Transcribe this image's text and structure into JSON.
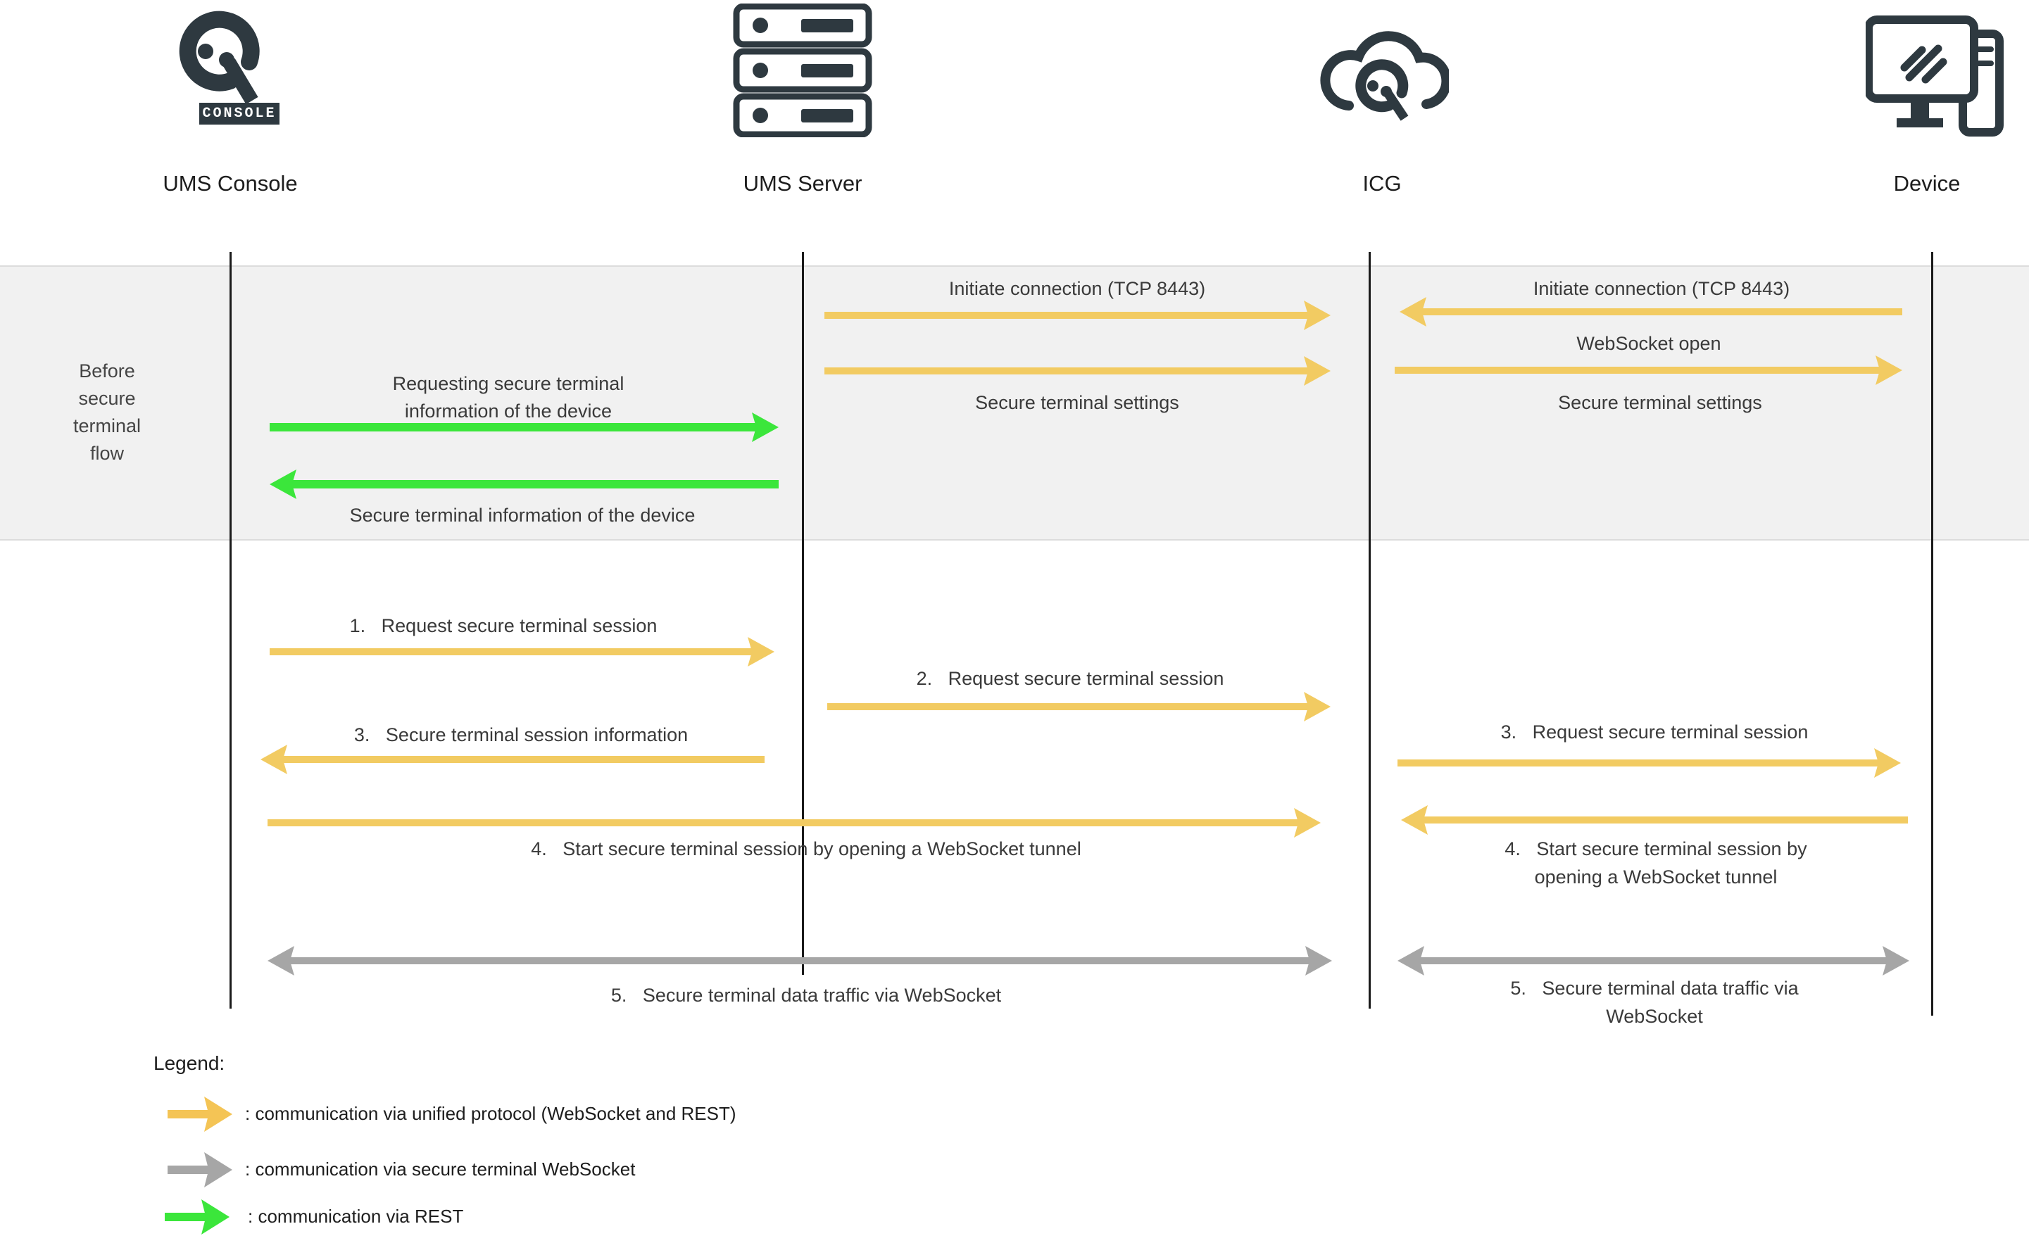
{
  "entities": [
    {
      "label": "UMS Console",
      "badge": "CONSOLE"
    },
    {
      "label": "UMS Server"
    },
    {
      "label": "ICG"
    },
    {
      "label": "Device"
    }
  ],
  "phase": {
    "label": "Before secure terminal flow"
  },
  "messages": {
    "requesting_info": "Requesting secure terminal\ninformation of the device",
    "info_of_device": "Secure terminal information of the device",
    "initiate_left": "Initiate connection (TCP 8443)",
    "settings_left": "Secure terminal settings",
    "initiate_right": "Initiate connection (TCP 8443)",
    "websocket_open": "WebSocket open",
    "settings_right": "Secure terminal settings",
    "step1": "1.   Request secure terminal session",
    "step2": "2.   Request secure terminal session",
    "step3_left": "3.   Secure terminal session information",
    "step3_right": "3.   Request secure terminal session",
    "step4_left": "4.   Start secure terminal session by opening a WebSocket tunnel",
    "step4_right": "4.   Start secure terminal session by\nopening a WebSocket tunnel",
    "step5_left": "5.   Secure terminal data traffic via WebSocket",
    "step5_right": "5.   Secure terminal data traffic via\nWebSocket"
  },
  "legend": {
    "title": "Legend:",
    "items": [
      {
        "color": "#f4c455",
        "label": ": communication via unified protocol (WebSocket and REST)"
      },
      {
        "color": "#a6a6a6",
        "label": ": communication via secure terminal WebSocket"
      },
      {
        "color": "#3be63b",
        "label": ": communication via REST"
      }
    ]
  },
  "colors": {
    "yellow_arrow": "#f2cb62",
    "green_arrow": "#3be63b",
    "gray_arrow": "#a6a6a6",
    "icon_charcoal": "#2e3940",
    "band_background": "#f1f1f1"
  }
}
